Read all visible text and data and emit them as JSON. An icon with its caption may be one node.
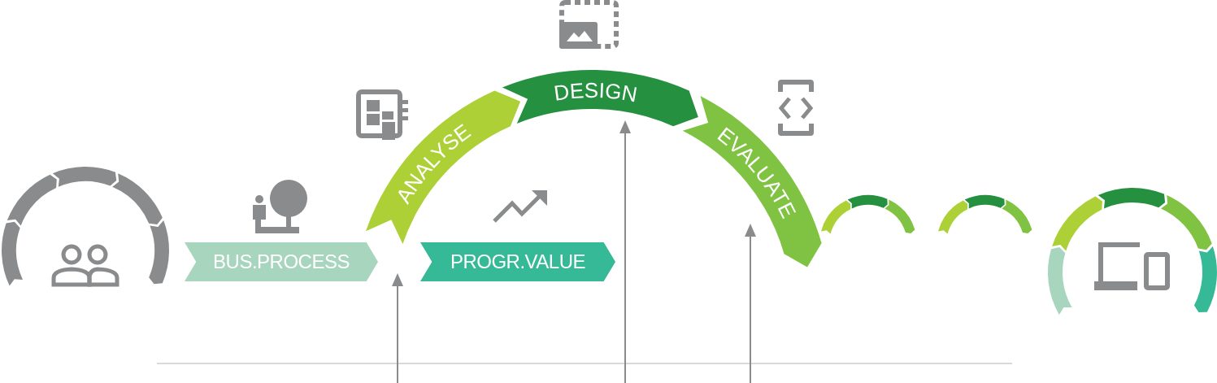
{
  "diagram": {
    "nodes": [
      {
        "text": [
          "DESIGN"
        ]
      },
      {
        "text": [
          "ANALYSE"
        ]
      },
      {
        "text": [
          "EVALUATE"
        ]
      },
      {
        "text": [
          "BUS.PROCESS"
        ]
      },
      {
        "text": [
          "PROGR.VALUE"
        ]
      }
    ]
  }
}
